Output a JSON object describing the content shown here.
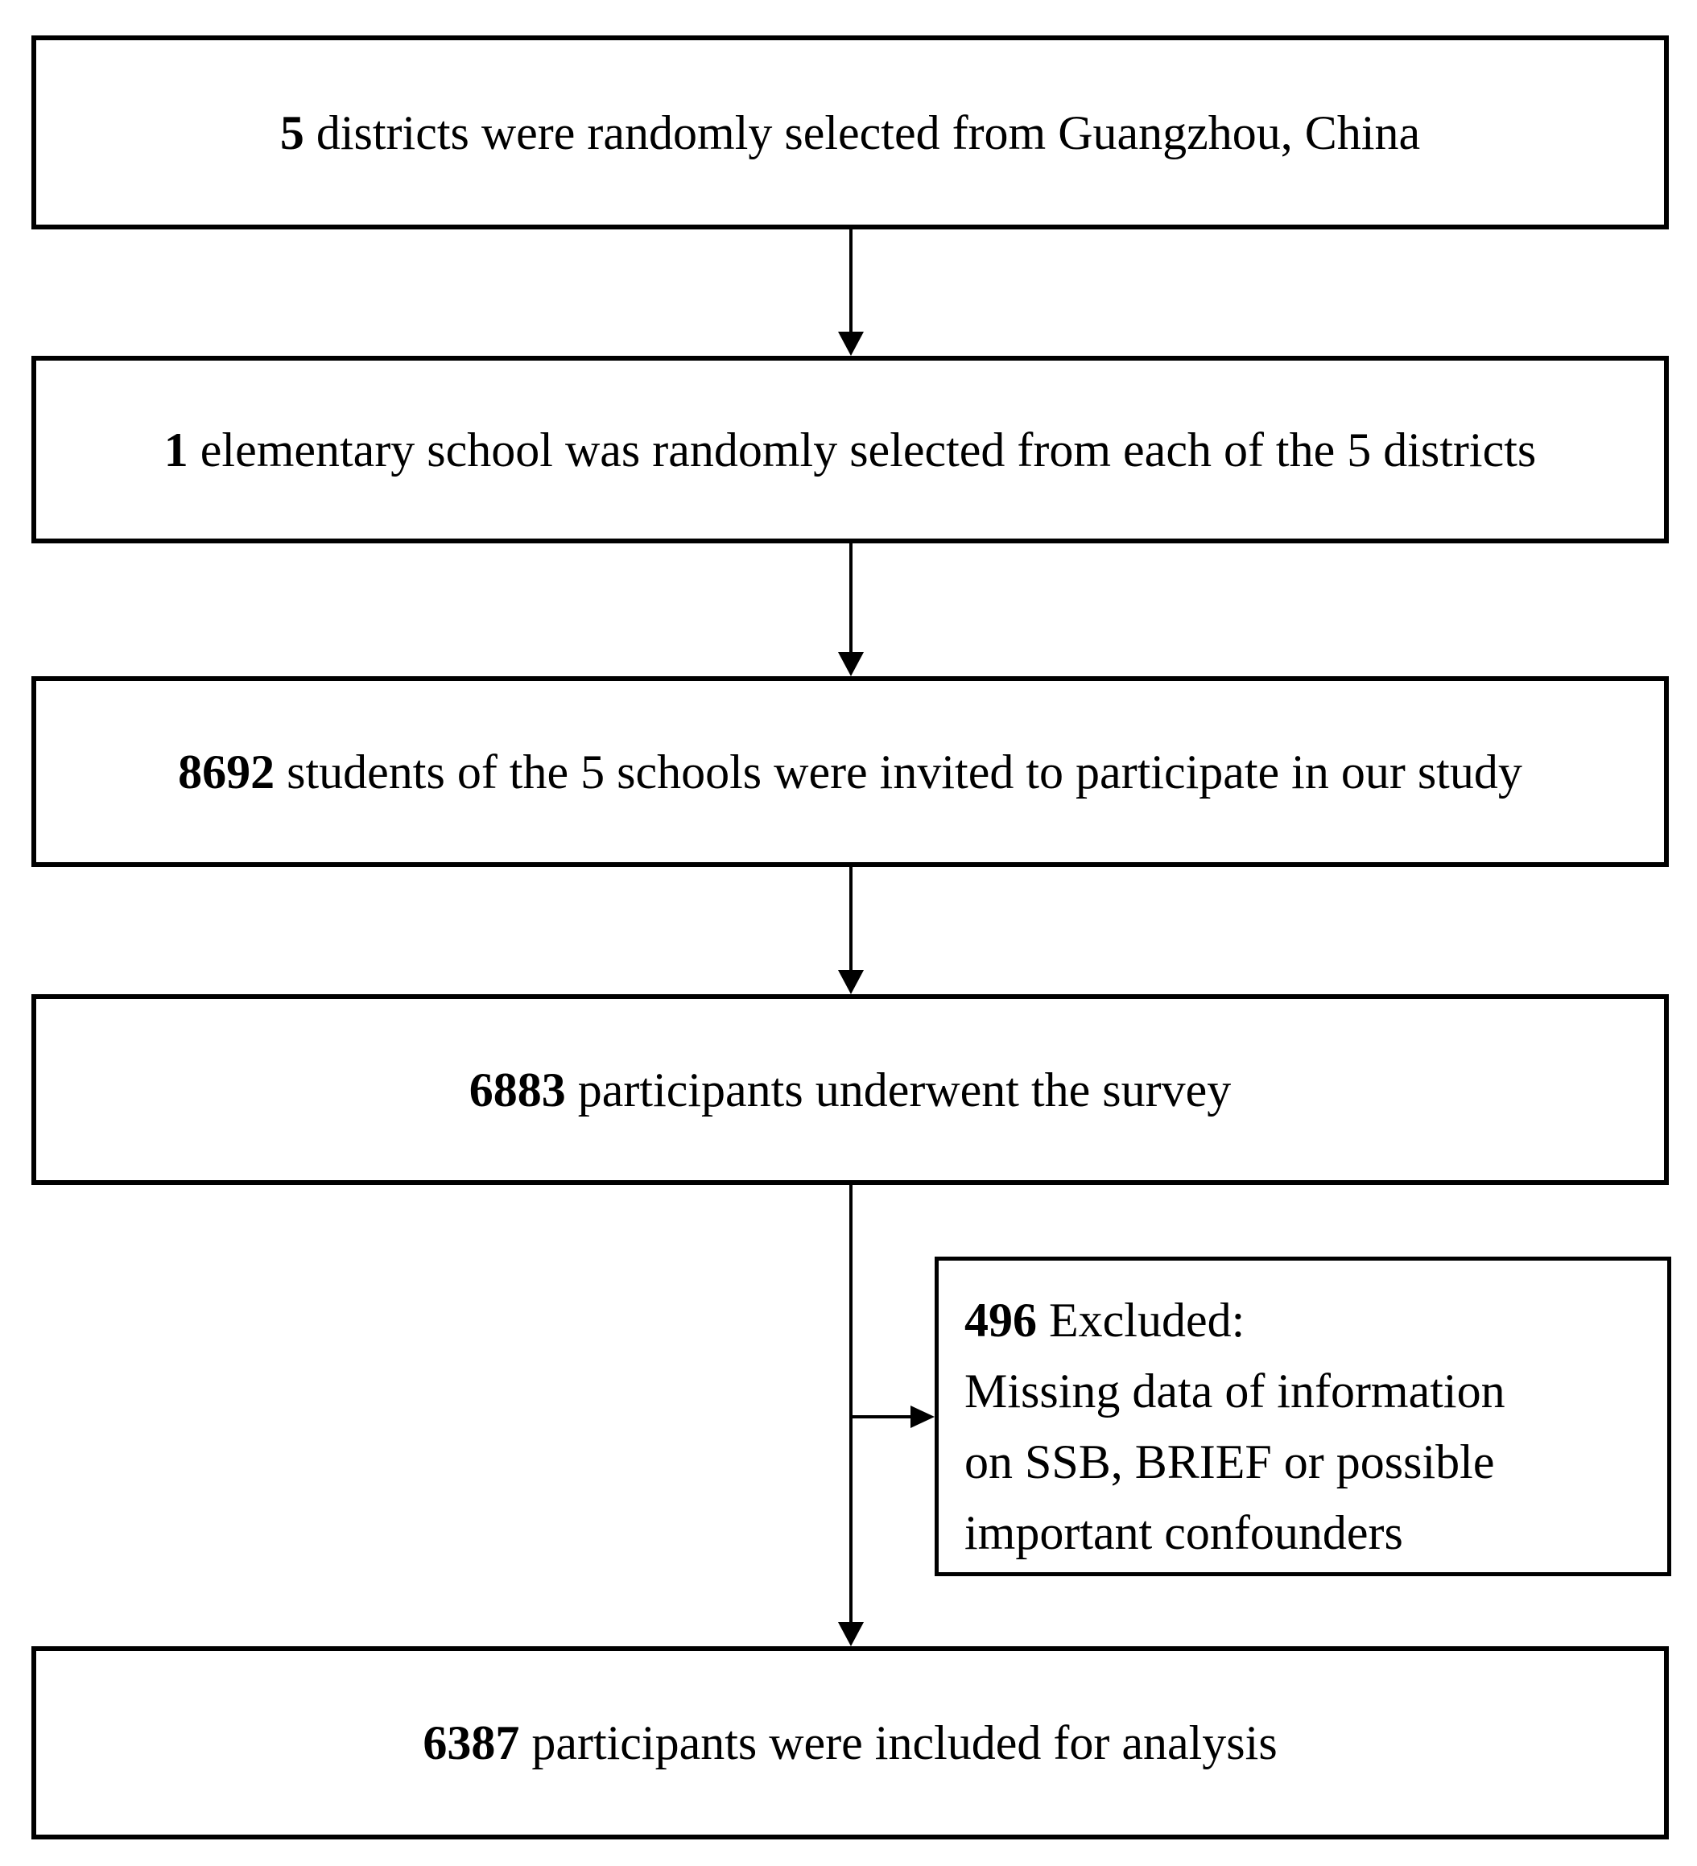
{
  "diagram": {
    "title": "participant-selection-flowchart",
    "boxes": [
      {
        "number": "5",
        "text": " districts were randomly selected from Guangzhou, China"
      },
      {
        "number": "1",
        "text": " elementary school was randomly selected from each of the 5 districts"
      },
      {
        "number": "8692",
        "text": " students of the 5 schools were invited to participate in our study"
      },
      {
        "number": "6883",
        "text": " participants underwent the survey"
      },
      {
        "number": "6387",
        "text": " participants were included for analysis"
      }
    ],
    "excluded": {
      "number": "496",
      "title": " Excluded:",
      "lines": [
        "Missing data of information",
        "on SSB, BRIEF or possible",
        "important confounders"
      ]
    }
  }
}
